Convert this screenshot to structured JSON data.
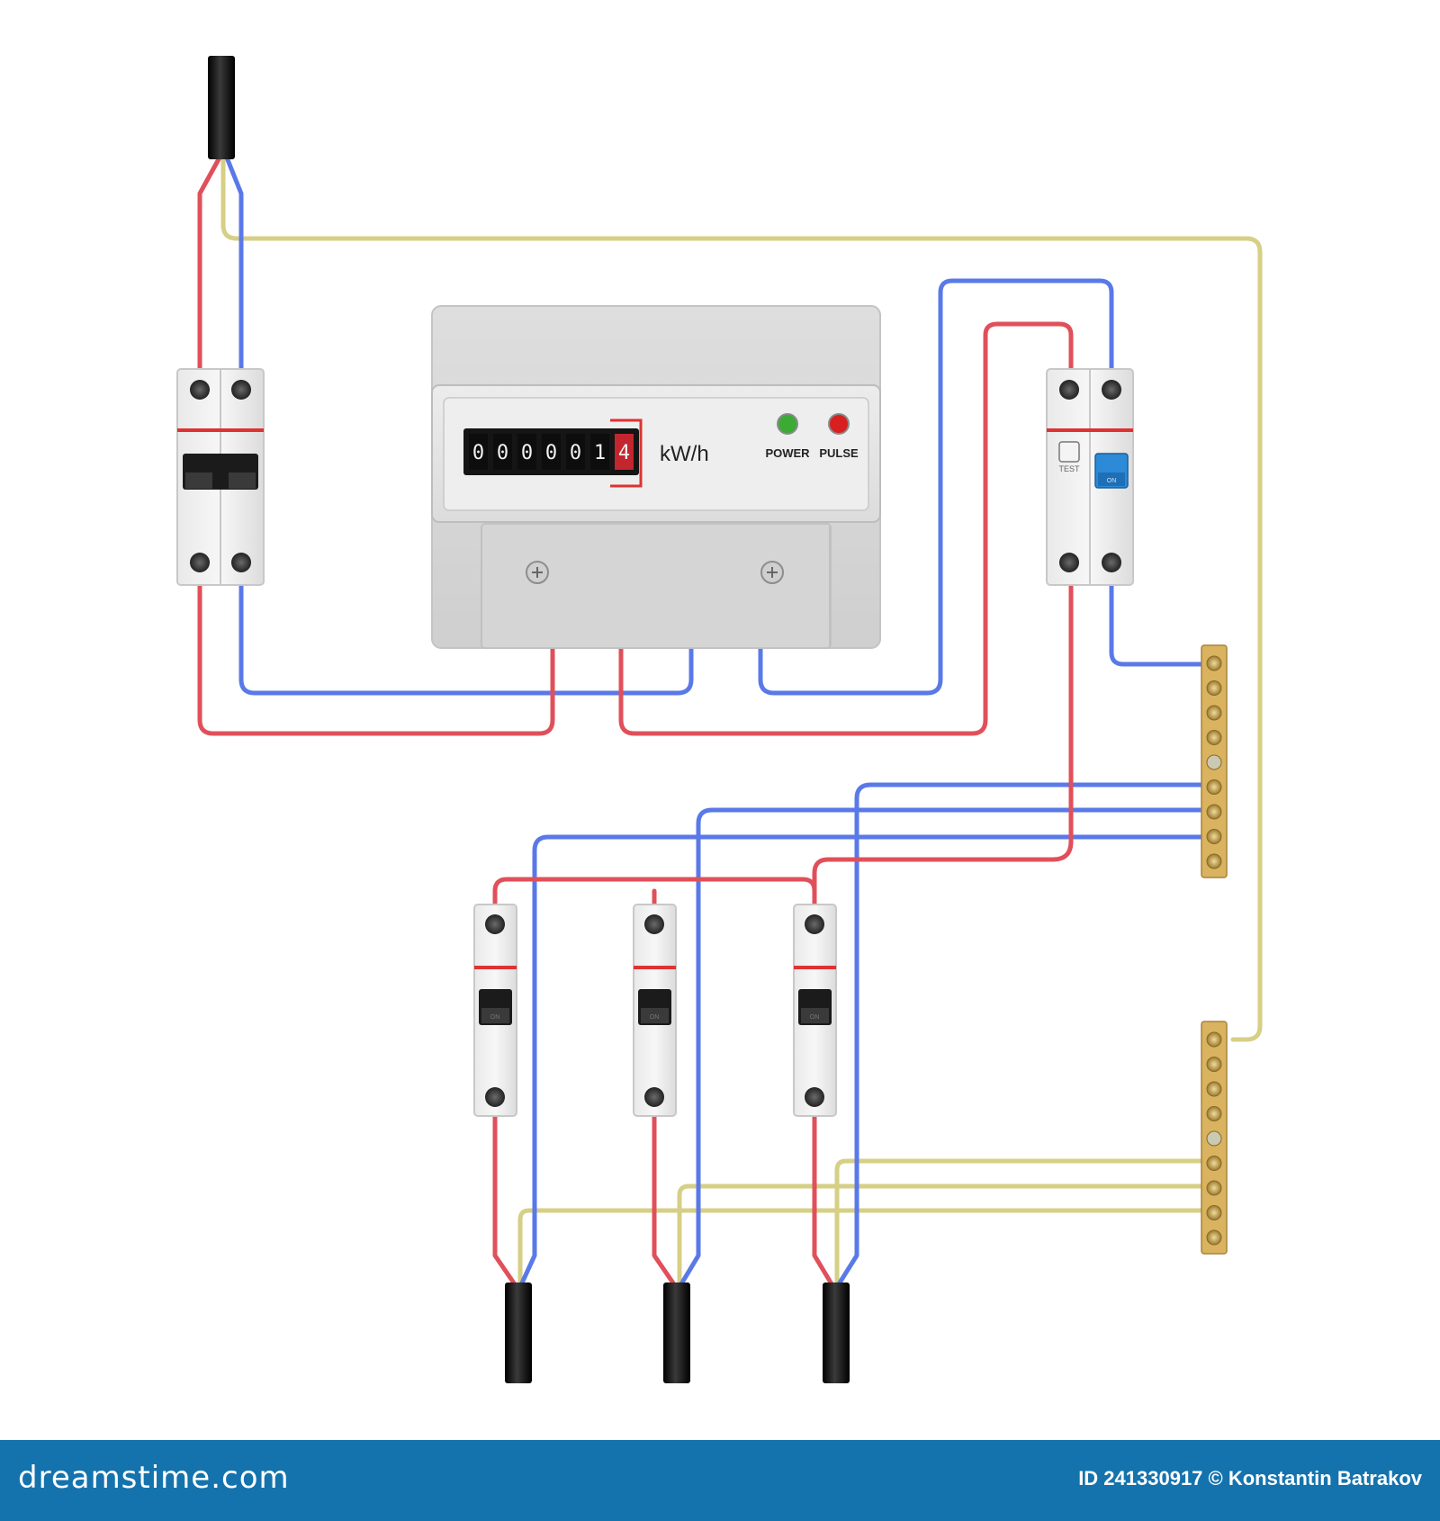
{
  "meter": {
    "digits": [
      "0",
      "0",
      "0",
      "0",
      "0",
      "1",
      "4"
    ],
    "unit": "kW/h",
    "power_label": "POWER",
    "pulse_label": "PULSE"
  },
  "breakers": {
    "rcbo_test_label": "TEST",
    "rcbo_on_label": "ON",
    "switch_label": "ON"
  },
  "colors": {
    "live_wire": "#e0505a",
    "neutral_wire": "#5a79e8",
    "earth_wire": "#d6cf86",
    "cable": "#1a1a1a",
    "busbar": "#d9b35f",
    "housing": "#e6e6e6",
    "power_led": "#3cab35",
    "pulse_led": "#d92020",
    "footer": "#1473ad"
  },
  "footer": {
    "logo": "dreamstime.com",
    "credit": "ID 241330917 © Konstantin Batrakov"
  }
}
